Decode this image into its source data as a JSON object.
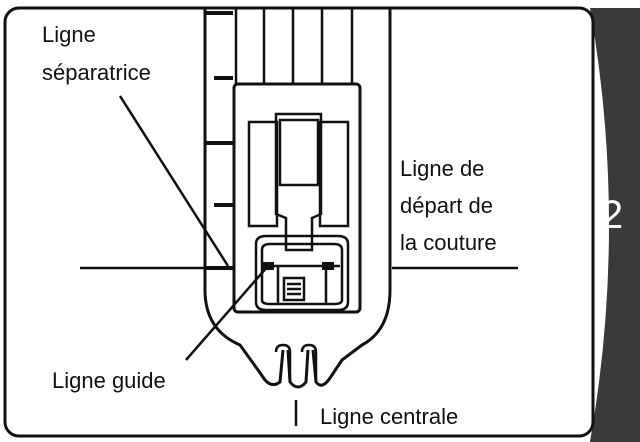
{
  "labels": {
    "separator_line": [
      "Ligne",
      "séparatrice"
    ],
    "seam_start_line": [
      "Ligne de",
      "départ de",
      "la couture"
    ],
    "guide_line": "Ligne guide",
    "center_line": "Ligne centrale"
  },
  "tab": {
    "number": "2"
  },
  "colors": {
    "ink": "#111111",
    "tab_fill": "#3a3a3a",
    "background": "#ffffff"
  }
}
